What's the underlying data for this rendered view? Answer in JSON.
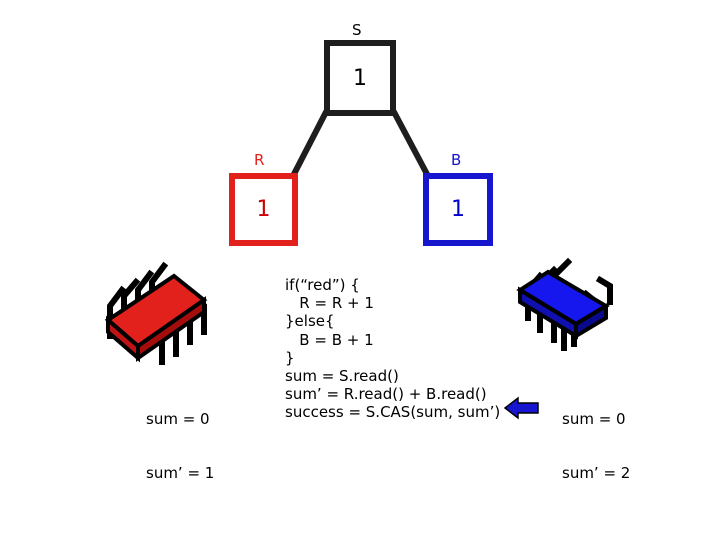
{
  "nodes": {
    "s": {
      "label": "S",
      "value": "1",
      "color": "#1e1e1e"
    },
    "r": {
      "label": "R",
      "value": "1",
      "color": "#e3211c"
    },
    "b": {
      "label": "B",
      "value": "1",
      "color": "#1616cf"
    }
  },
  "left_processor": {
    "color": "#e3211c",
    "sum": "sum = 0",
    "sum_prime": "sum’ = 1"
  },
  "right_processor": {
    "color": "#1616cf",
    "sum": "sum = 0",
    "sum_prime": "sum’ = 2"
  },
  "code_lines": [
    "if(“red”) {",
    "   R = R + 1",
    "}else{",
    "   B = B + 1",
    "}",
    "sum = S.read()",
    "sum’ = R.read() + B.read()",
    "success = S.CAS(sum, sum’)"
  ],
  "arrow_color": "#1616cf"
}
